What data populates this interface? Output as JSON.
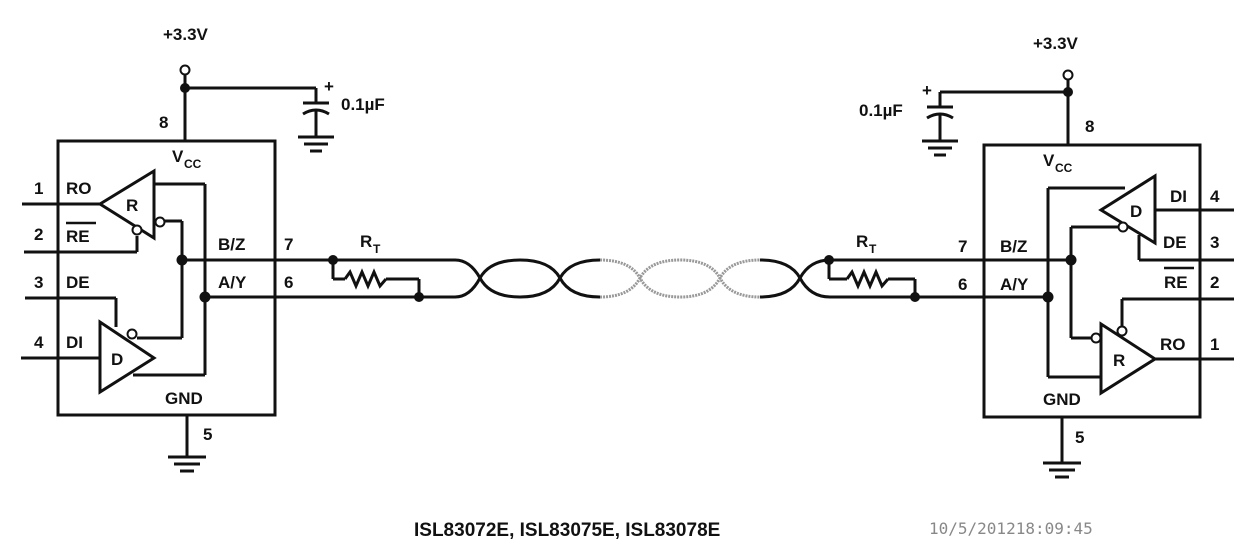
{
  "caption": "ISL83072E, ISL83075E, ISL83078E",
  "timestamp": "10/5/201218:09:45",
  "colors": {
    "wire": "#111111",
    "faded_cable": "#999999",
    "timestamp": "#888888"
  },
  "left_node": {
    "supply": "+3.3V",
    "capacitor": {
      "value": "0.1µF",
      "polarity": "+"
    },
    "vcc_pin": "8",
    "gnd_pin": "5",
    "vcc_label": "V",
    "vcc_sub": "CC",
    "gnd_label": "GND",
    "pins": [
      {
        "num": "1",
        "name": "RO"
      },
      {
        "num": "2",
        "name": "RE"
      },
      {
        "num": "3",
        "name": "DE"
      },
      {
        "num": "4",
        "name": "DI"
      },
      {
        "num": "7",
        "name": "B/Z"
      },
      {
        "num": "6",
        "name": "A/Y"
      }
    ],
    "receiver": "R",
    "driver": "D",
    "termination": {
      "label": "R",
      "sub": "T"
    }
  },
  "right_node": {
    "supply": "+3.3V",
    "capacitor": {
      "value": "0.1µF",
      "polarity": "+"
    },
    "vcc_pin": "8",
    "gnd_pin": "5",
    "vcc_label": "V",
    "vcc_sub": "CC",
    "gnd_label": "GND",
    "pins": [
      {
        "num": "4",
        "name": "DI"
      },
      {
        "num": "3",
        "name": "DE"
      },
      {
        "num": "2",
        "name": "RE"
      },
      {
        "num": "1",
        "name": "RO"
      },
      {
        "num": "7",
        "name": "B/Z"
      },
      {
        "num": "6",
        "name": "A/Y"
      }
    ],
    "receiver": "R",
    "driver": "D",
    "termination": {
      "label": "R",
      "sub": "T"
    }
  }
}
